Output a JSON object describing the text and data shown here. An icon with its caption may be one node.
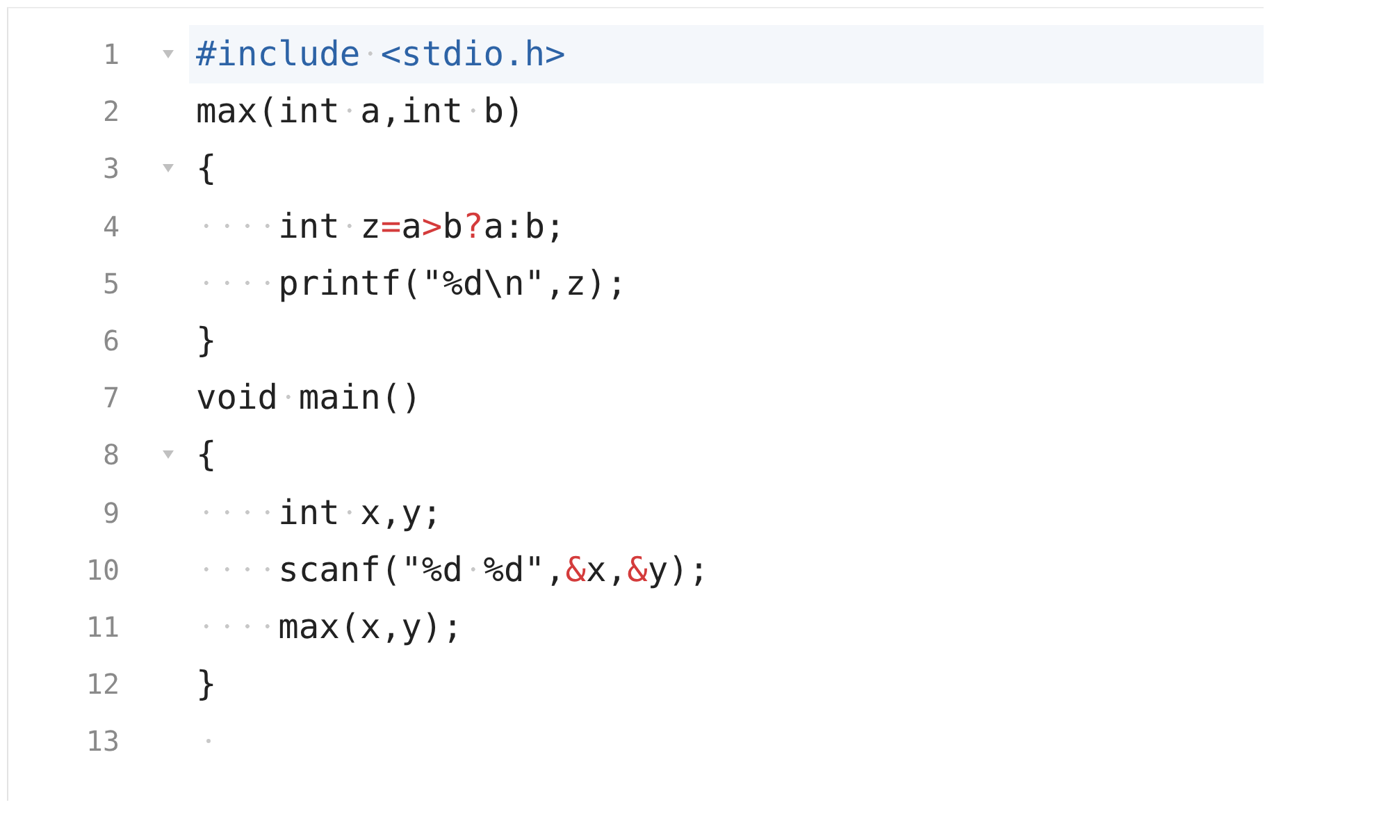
{
  "diagram": {
    "labels": [
      "1",
      "#include <stdio.h>",
      "2",
      "max(int a,int b)",
      "3",
      "{",
      "4",
      "    int z=a>b?a:b;",
      "5",
      "    printf(\"%d\\n\",z);",
      "6",
      "}",
      "7",
      "void main()",
      "8",
      "{",
      "9",
      "    int x,y;",
      "10",
      "    scanf(\"%d %d\",&x,&y);",
      "11",
      "    max(x,y);",
      "12",
      "}",
      "13"
    ]
  }
}
